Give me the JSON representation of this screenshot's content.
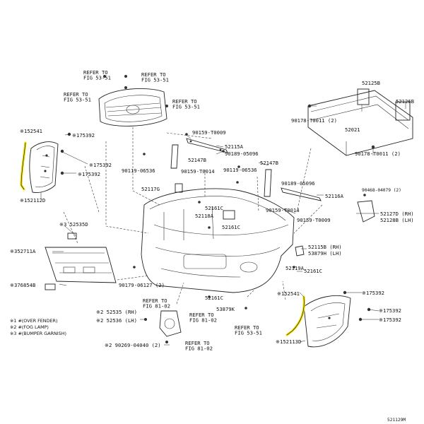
{
  "labels": {
    "ref_53_51_a": "REFER TO\nFIG 53-51",
    "ref_53_51_b": "REFER TO\nFIG 53-51",
    "ref_53_51_c": "REFER TO\nFIG 53-51",
    "ref_53_51_d": "REFER TO\nFIG 53-51",
    "ref_53_51_e": "REFER TO\nFIG 53-51",
    "ref_81_02_a": "REFER TO\nFIG 81-02",
    "ref_81_02_b": "REFER TO\nFIG 81-02",
    "ref_81_02_c": "REFER TO\nFIG 81-02",
    "p152541_a": "※152541",
    "p152541_b": "※152541",
    "p175392_a": "※175392",
    "p175392_b": "※175392",
    "p175392_c": "※175392",
    "p175392_d": "※175392",
    "p175392_e": "※175392",
    "p175392_f": "※175392",
    "p152112D": "※152112D",
    "p152113D": "※152113D",
    "p52535D": "※3 52535D",
    "p52711A": "※352711A",
    "p76854B": "※376854B",
    "p52535RH": "※2 52535 (RH)",
    "p52536LH": "※2 52536 (LH)",
    "p90269": "※2 90269-04040 (2)",
    "p90159_T0009_a": "90159-T0009",
    "p90159_T0009_b": "90159-T0009",
    "p90159_T0014_a": "90159-T0014",
    "p90159_T0014_b": "90159-T0014",
    "p52115A": "52115A",
    "p90189_05096_a": "90189-05096",
    "p90189_05096_b": "90189-05096",
    "p52147B_a": "52147B",
    "p52147B_b": "52147B",
    "p90119_06536_a": "90119-06536",
    "p90119_06536_b": "90119-06536",
    "p52117G": "52117G",
    "p52161C_a": "52161C",
    "p52161C_b": "52161C",
    "p52161C_c": "52161C",
    "p52161C_d": "52161C",
    "p52118A": "52118A",
    "p52116A": "52116A",
    "p52125B": "52125B",
    "p52126B": "52126B",
    "p52021": "52021",
    "p90178_a": "90178-T0011 (2)",
    "p90178_b": "90178-T0011 (2)",
    "p90468": "90468-04079 (2)",
    "p52127D": "52127D (RH)",
    "p52128B": "52128B (LH)",
    "p52115B": "52115B (RH)",
    "p53879H": "53879H (LH)",
    "p52119A": "52119A",
    "p90179": "90179-06127 (2)",
    "p53879K": "53879K",
    "legend_1": "※1 #(OVER FENDER)",
    "legend_2": "※2 #(FOG LAMP)",
    "legend_3": "※3 #(BUMPER GARNISH)",
    "figure_id": "521129M"
  },
  "colors": {
    "highlight": "#f0e000",
    "ink": "#222222"
  }
}
